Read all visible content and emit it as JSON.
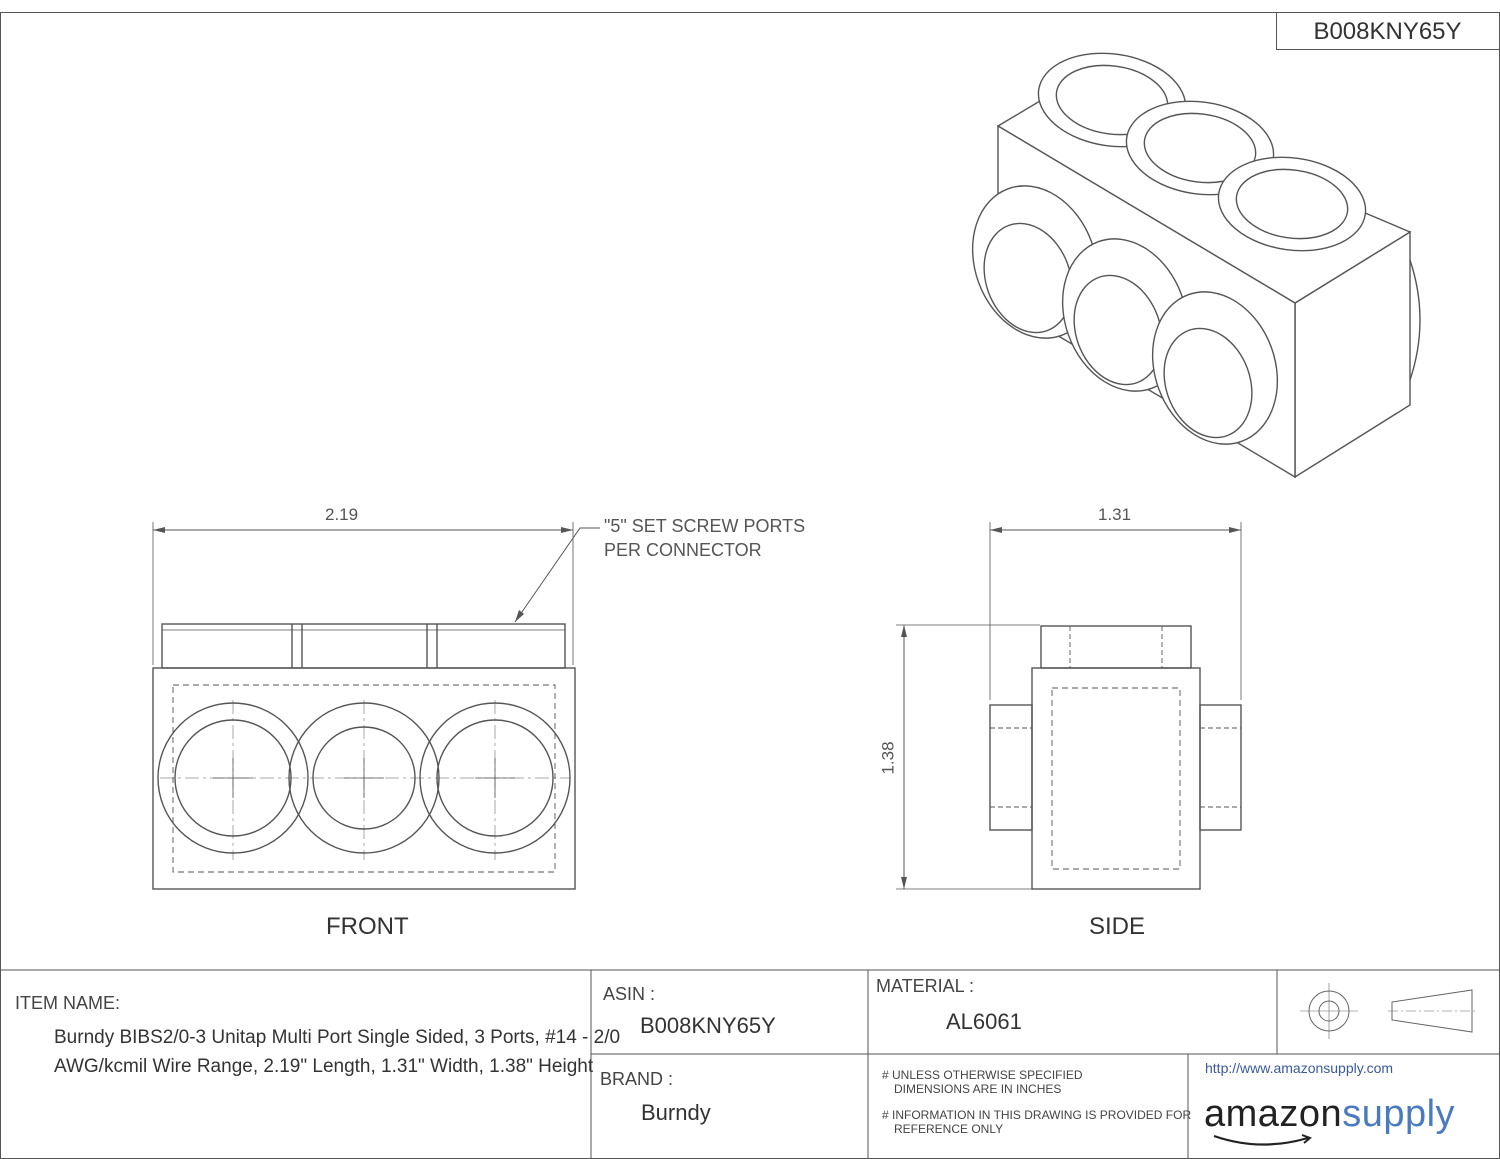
{
  "header": {
    "part_number": "B008KNY65Y"
  },
  "views": {
    "front": {
      "label": "FRONT",
      "width_dim": "2.19",
      "note_line1": "\"5\" SET SCREW PORTS",
      "note_line2": "PER CONNECTOR"
    },
    "side": {
      "label": "SIDE",
      "width_dim": "1.31",
      "height_dim": "1.38"
    }
  },
  "title_block": {
    "item_name_label": "ITEM NAME:",
    "item_name_line1": "Burndy BIBS2/0-3 Unitap Multi Port Single Sided, 3 Ports, #14 - 2/0",
    "item_name_line2": "AWG/kcmil Wire Range, 2.19\" Length, 1.31\" Width, 1.38\" Height",
    "asin_label": "ASIN :",
    "asin_value": "B008KNY65Y",
    "brand_label": "BRAND :",
    "brand_value": "Burndy",
    "material_label": "MATERIAL :",
    "material_value": "AL6061",
    "note1_line1": "# UNLESS OTHERWISE SPECIFIED",
    "note1_line2": "DIMENSIONS ARE IN INCHES",
    "note2_line1": "# INFORMATION IN THIS DRAWING IS PROVIDED FOR",
    "note2_line2": "REFERENCE ONLY",
    "url": "http://www.amazonsupply.com",
    "logo_part1": "amazon",
    "logo_part2": "supply",
    "projection_symbol": "third-angle-projection-icon"
  }
}
